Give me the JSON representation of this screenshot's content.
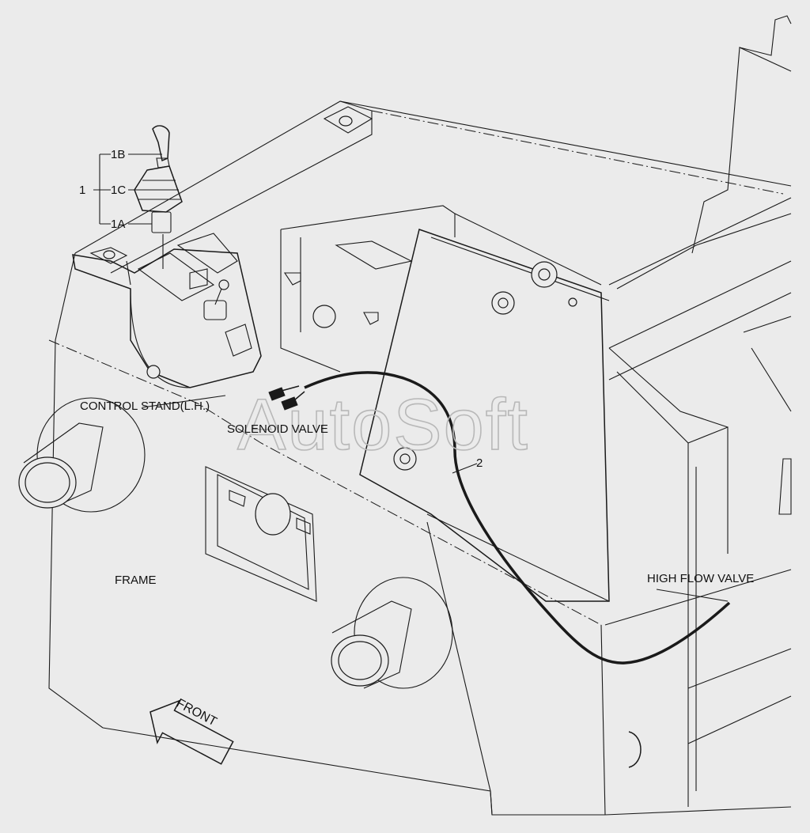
{
  "diagram": {
    "watermark": "AutoSoft",
    "parts": {
      "assembly": "1",
      "part_1b": "1B",
      "part_1c": "1C",
      "part_1a": "1A",
      "harness": "2"
    },
    "labels": {
      "control_stand": "CONTROL STAND(L.H.)",
      "solenoid_valve": "SOLENOID VALVE",
      "frame": "FRAME",
      "high_flow_valve": "HIGH FLOW VALVE",
      "front": "FRONT"
    }
  }
}
